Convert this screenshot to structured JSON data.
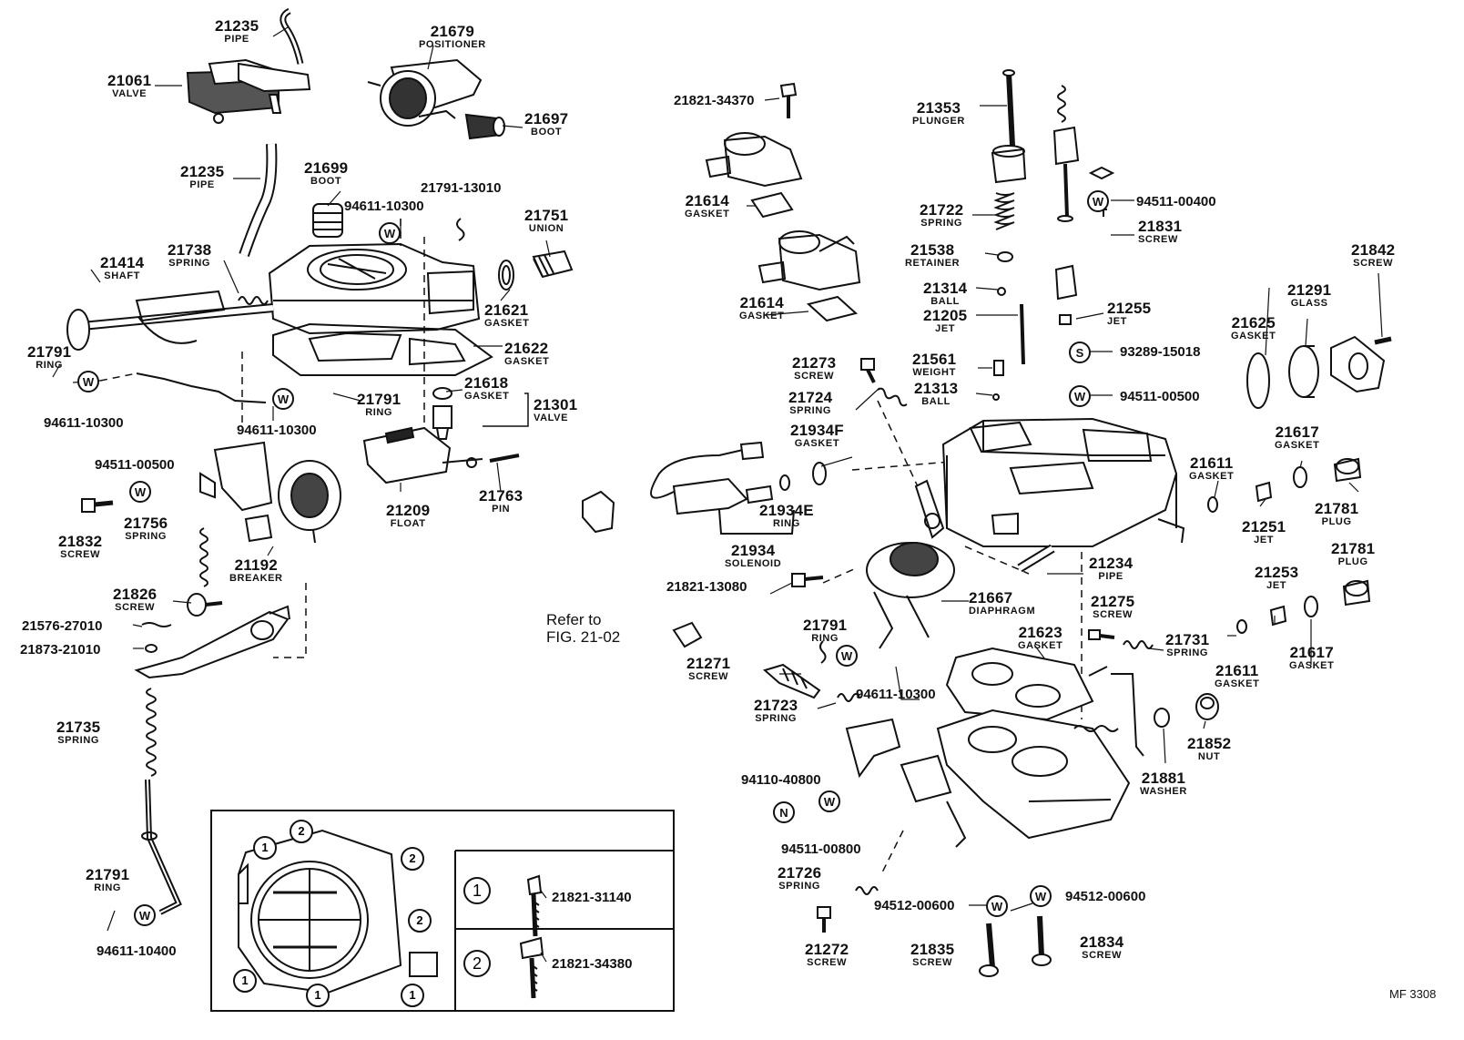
{
  "diagram": {
    "code": "MF 3308",
    "reference": {
      "line1": "Refer to",
      "line2": "FIG. 21-02"
    }
  },
  "parts": {
    "p21235a": {
      "num": "21235",
      "name": "PIPE"
    },
    "p21061": {
      "num": "21061",
      "name": "VALVE"
    },
    "p21679": {
      "num": "21679",
      "name": "POSITIONER"
    },
    "p21697": {
      "num": "21697",
      "name": "BOOT"
    },
    "p21235b": {
      "num": "21235",
      "name": "PIPE"
    },
    "p21699": {
      "num": "21699",
      "name": "BOOT"
    },
    "p21791_13010": {
      "num": "21791-13010"
    },
    "p94611_10300a": {
      "num": "94611-10300"
    },
    "p21751": {
      "num": "21751",
      "name": "UNION"
    },
    "p21414": {
      "num": "21414",
      "name": "SHAFT"
    },
    "p21738": {
      "num": "21738",
      "name": "SPRING"
    },
    "p21621": {
      "num": "21621",
      "name": "GASKET"
    },
    "p21622": {
      "num": "21622",
      "name": "GASKET"
    },
    "p21791a": {
      "num": "21791",
      "name": "RING"
    },
    "p94611_10300b": {
      "num": "94611-10300"
    },
    "p94611_10300c": {
      "num": "94611-10300"
    },
    "p21791b": {
      "num": "21791",
      "name": "RING"
    },
    "p21618": {
      "num": "21618",
      "name": "GASKET"
    },
    "p21301": {
      "num": "21301",
      "name": "VALVE"
    },
    "p94511_00500a": {
      "num": "94511-00500"
    },
    "p21832": {
      "num": "21832",
      "name": "SCREW"
    },
    "p21756": {
      "num": "21756",
      "name": "SPRING"
    },
    "p21192": {
      "num": "21192",
      "name": "BREAKER"
    },
    "p21209": {
      "num": "21209",
      "name": "FLOAT"
    },
    "p21763": {
      "num": "21763",
      "name": "PIN"
    },
    "p21826": {
      "num": "21826",
      "name": "SCREW"
    },
    "p21576": {
      "num": "21576-27010"
    },
    "p21873": {
      "num": "21873-21010"
    },
    "p21735": {
      "num": "21735",
      "name": "SPRING"
    },
    "p21791c": {
      "num": "21791",
      "name": "RING"
    },
    "p94611_10400": {
      "num": "94611-10400"
    },
    "p21821_34370": {
      "num": "21821-34370"
    },
    "p21614a": {
      "num": "21614",
      "name": "GASKET"
    },
    "p21614b": {
      "num": "21614",
      "name": "GASKET"
    },
    "p21353": {
      "num": "21353",
      "name": "PLUNGER"
    },
    "p21722": {
      "num": "21722",
      "name": "SPRING"
    },
    "p21538": {
      "num": "21538",
      "name": "RETAINER"
    },
    "p21314": {
      "num": "21314",
      "name": "BALL"
    },
    "p21205": {
      "num": "21205",
      "name": "JET"
    },
    "p21561": {
      "num": "21561",
      "name": "WEIGHT"
    },
    "p21313": {
      "num": "21313",
      "name": "BALL"
    },
    "p94511_00400": {
      "num": "94511-00400"
    },
    "p21831": {
      "num": "21831",
      "name": "SCREW"
    },
    "p21255": {
      "num": "21255",
      "name": "JET"
    },
    "p93289": {
      "num": "93289-15018"
    },
    "p94511_00500b": {
      "num": "94511-00500"
    },
    "p21842": {
      "num": "21842",
      "name": "SCREW"
    },
    "p21291": {
      "num": "21291",
      "name": "GLASS"
    },
    "p21625": {
      "num": "21625",
      "name": "GASKET"
    },
    "p21273": {
      "num": "21273",
      "name": "SCREW"
    },
    "p21724": {
      "num": "21724",
      "name": "SPRING"
    },
    "p21934f": {
      "num": "21934F",
      "name": "GASKET"
    },
    "p21934e": {
      "num": "21934E",
      "name": "RING"
    },
    "p21934": {
      "num": "21934",
      "name": "SOLENOID"
    },
    "p21611a": {
      "num": "21611",
      "name": "GASKET"
    },
    "p21617a": {
      "num": "21617",
      "name": "GASKET"
    },
    "p21781a": {
      "num": "21781",
      "name": "PLUG"
    },
    "p21251": {
      "num": "21251",
      "name": "JET"
    },
    "p21234": {
      "num": "21234",
      "name": "PIPE"
    },
    "p21821_13080": {
      "num": "21821-13080"
    },
    "p21667": {
      "num": "21667",
      "name": "DIAPHRAGM"
    },
    "p21275": {
      "num": "21275",
      "name": "SCREW"
    },
    "p21253": {
      "num": "21253",
      "name": "JET"
    },
    "p21781b": {
      "num": "21781",
      "name": "PLUG"
    },
    "p21791d": {
      "num": "21791",
      "name": "RING"
    },
    "p21623": {
      "num": "21623",
      "name": "GASKET"
    },
    "p21731": {
      "num": "21731",
      "name": "SPRING"
    },
    "p21611b": {
      "num": "21611",
      "name": "GASKET"
    },
    "p21617b": {
      "num": "21617",
      "name": "GASKET"
    },
    "p21271": {
      "num": "21271",
      "name": "SCREW"
    },
    "p94611_10300d": {
      "num": "94611-10300"
    },
    "p21723": {
      "num": "21723",
      "name": "SPRING"
    },
    "p21852": {
      "num": "21852",
      "name": "NUT"
    },
    "p21881": {
      "num": "21881",
      "name": "WASHER"
    },
    "p94110": {
      "num": "94110-40800"
    },
    "p94511_00800": {
      "num": "94511-00800"
    },
    "p21726": {
      "num": "21726",
      "name": "SPRING"
    },
    "p94512a": {
      "num": "94512-00600"
    },
    "p94512b": {
      "num": "94512-00600"
    },
    "p21272": {
      "num": "21272",
      "name": "SCREW"
    },
    "p21835": {
      "num": "21835",
      "name": "SCREW"
    },
    "p21834": {
      "num": "21834",
      "name": "SCREW"
    }
  },
  "inset": {
    "rows": [
      {
        "mark": "1",
        "part": "21821-31140"
      },
      {
        "mark": "2",
        "part": "21821-34380"
      }
    ],
    "marks": {
      "one": "1",
      "two": "2"
    }
  },
  "symbols": {
    "washer": "W",
    "spring_washer": "S",
    "nut": "N"
  }
}
